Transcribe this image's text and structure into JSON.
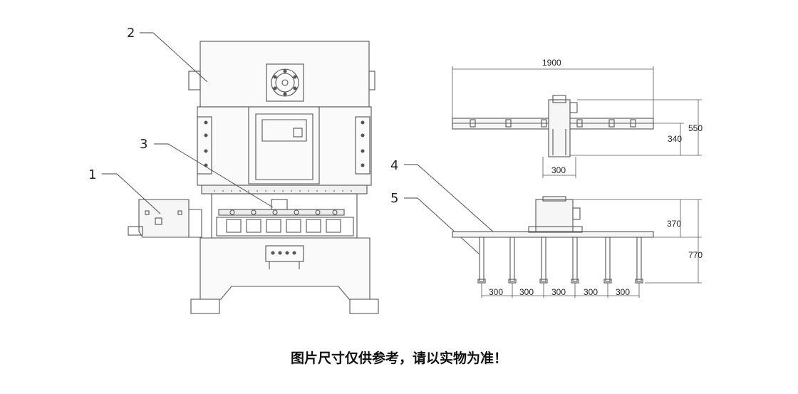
{
  "callouts": {
    "c1": "1",
    "c2": "2",
    "c3": "3",
    "c4": "4",
    "c5": "5"
  },
  "top_view": {
    "width": "1900",
    "height_total": "550",
    "height_part": "340",
    "base": "300"
  },
  "side_view": {
    "height_upper": "370",
    "height_total": "770",
    "spacings": [
      "300",
      "300",
      "300",
      "300",
      "300"
    ]
  },
  "caption": "图片尺寸仅供参考，请以实物为准！"
}
